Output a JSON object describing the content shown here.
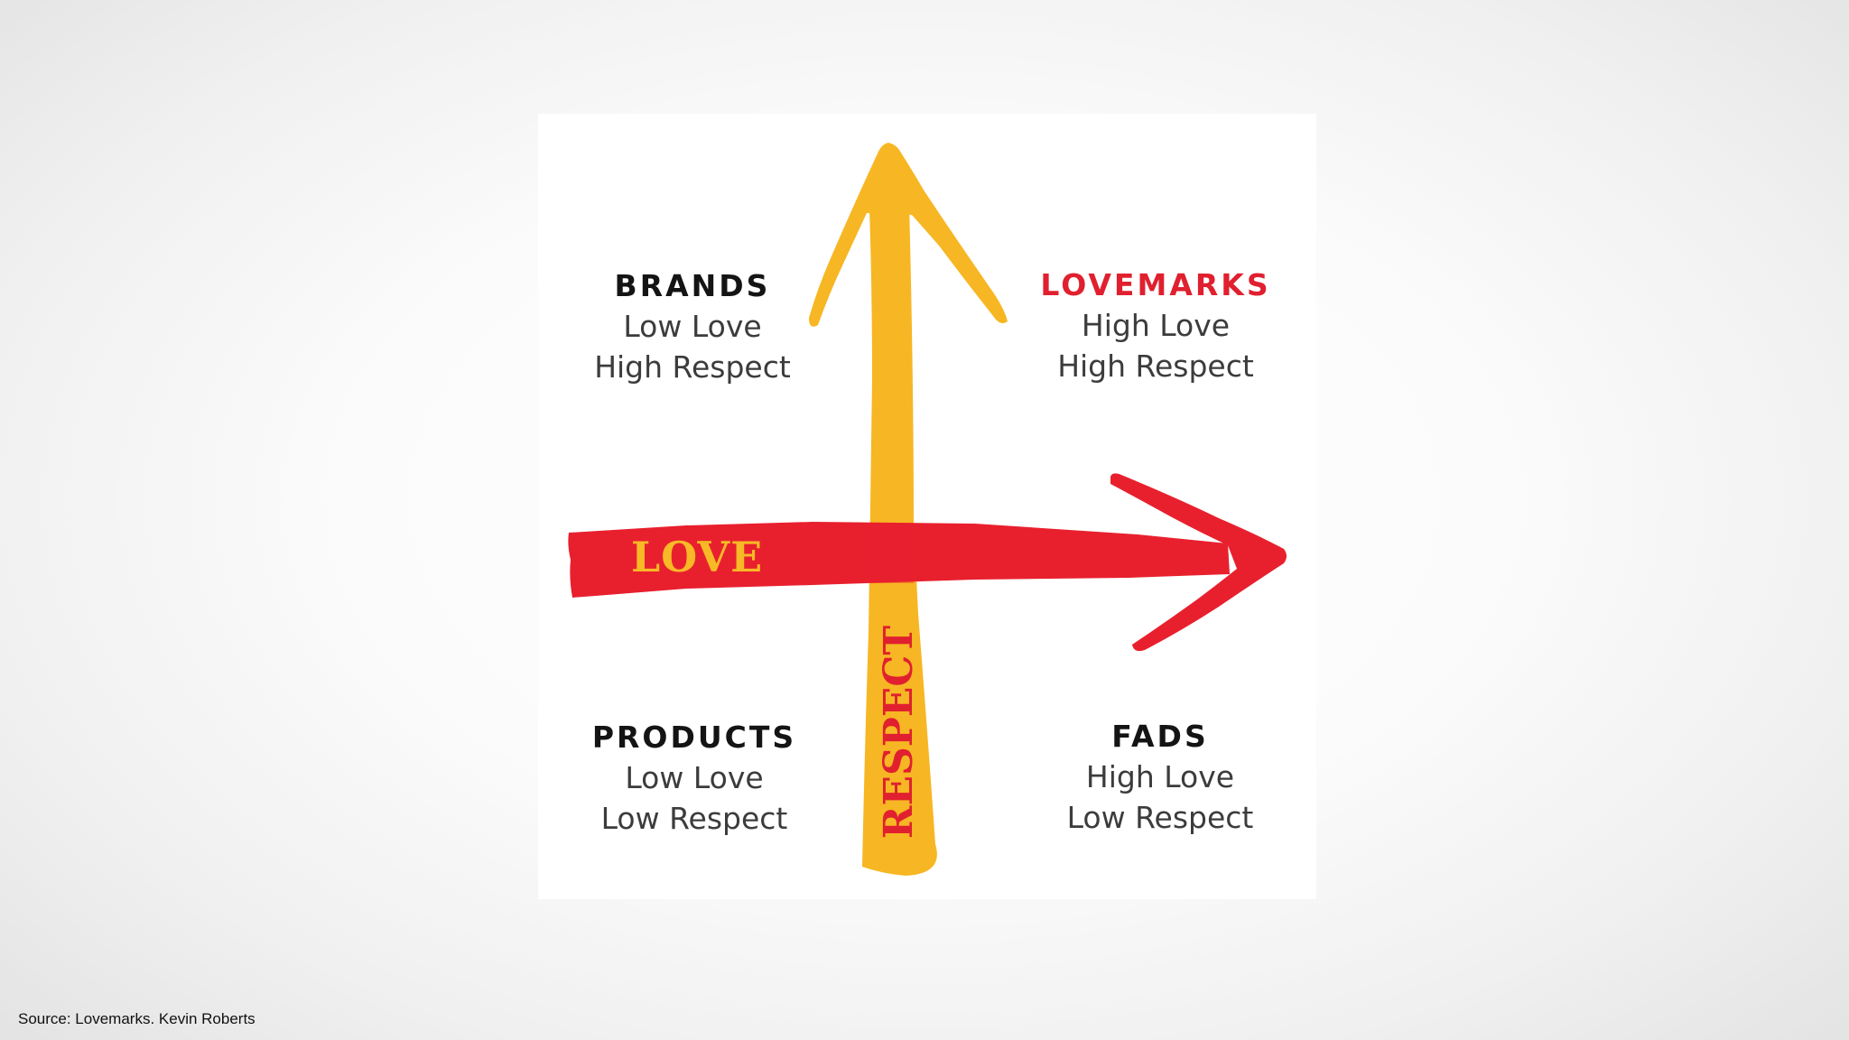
{
  "diagram": {
    "axes": {
      "horizontal": {
        "label": "LOVE",
        "color": "#e8202e",
        "label_color": "#f7b926"
      },
      "vertical": {
        "label": "RESPECT",
        "color": "#f7b623",
        "label_color": "#e0202f"
      }
    },
    "quadrants": {
      "top_left": {
        "title": "BRANDS",
        "line1": "Low Love",
        "line2": "High Respect"
      },
      "top_right": {
        "title": "LOVEMARKS",
        "line1": "High Love",
        "line2": "High Respect",
        "title_color": "#e0202f"
      },
      "bottom_left": {
        "title": "PRODUCTS",
        "line1": "Low Love",
        "line2": "Low Respect"
      },
      "bottom_right": {
        "title": "FADS",
        "line1": "High Love",
        "line2": "Low Respect"
      }
    }
  },
  "footer": {
    "source": "Source: Lovemarks. Kevin Roberts"
  }
}
